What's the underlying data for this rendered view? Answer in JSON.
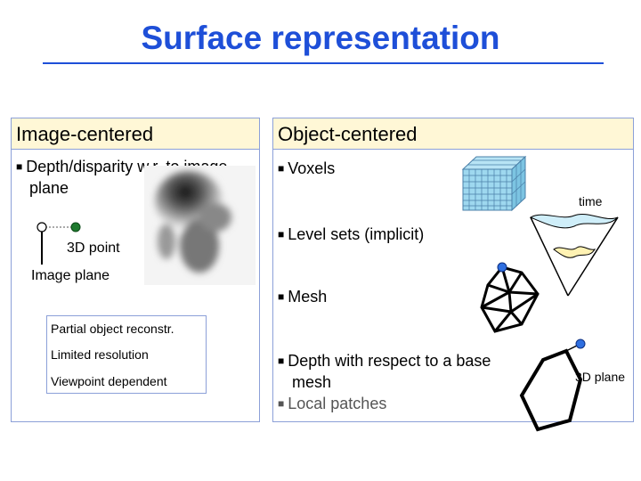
{
  "title": "Surface representation",
  "left_panel": {
    "header": "Image-centered",
    "bullet": "Depth/disparity w.r. to image",
    "bullet_cont": "plane",
    "point_label": "3D point",
    "plane_label": "Image plane",
    "box": {
      "line1": "Partial object reconstr.",
      "line2": "Limited resolution",
      "line3": "Viewpoint dependent"
    }
  },
  "right_panel": {
    "header": "Object-centered",
    "voxels": "Voxels",
    "time_label": "time",
    "level_sets": "Level sets (implicit)",
    "mesh": "Mesh",
    "depth_line1": "Depth with respect to a base",
    "depth_line2": "mesh",
    "local_patches": "Local patches",
    "plane_label": "3D plane"
  },
  "colors": {
    "title": "#1e4fd8",
    "header_bg": "#fff7d6",
    "border": "#8ca0d8",
    "node_blue": "#2f6fe0",
    "node_green": "#1e7a2e",
    "voxel": "#9ed8ef"
  }
}
